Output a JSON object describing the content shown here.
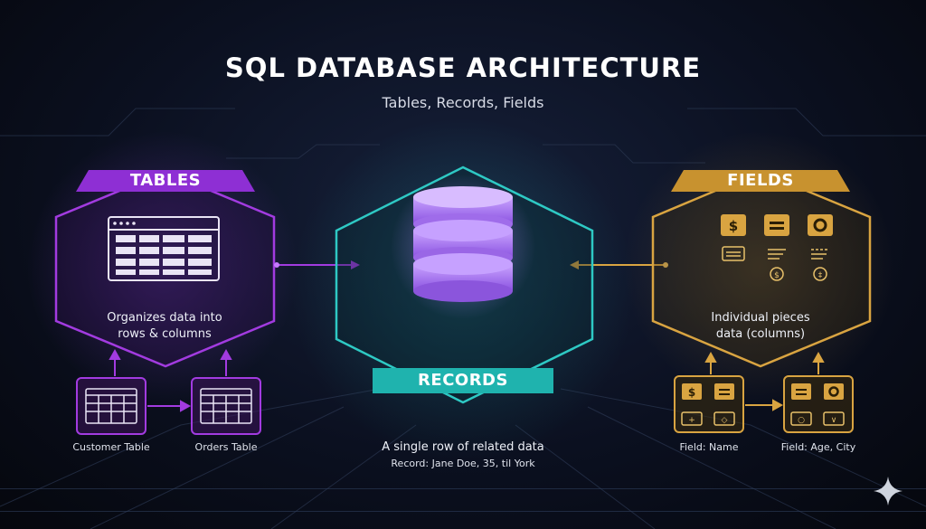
{
  "header": {
    "title": "SQL DATABASE ARCHITECTURE",
    "subtitle": "Tables, Records, Fields"
  },
  "tables": {
    "label": "TABLES",
    "description_line1": "Organizes data into",
    "description_line2": "rows & columns",
    "sub_items": [
      "Customer Table",
      "Orders Table"
    ],
    "accent": "#a23be0"
  },
  "records": {
    "label": "RECORDS",
    "description": "A single row of related data",
    "example": "Record: Jane Doe, 35, til York",
    "accent": "#2ec9c4"
  },
  "fields": {
    "label": "FIELDS",
    "description_line1": "Individual pieces",
    "description_line2": "data (columns)",
    "sub_items": [
      "Field: Name",
      "Field: Age, City"
    ],
    "accent": "#d9a441"
  },
  "icons": {
    "database": "database-icon",
    "table": "table-grid-icon",
    "dollar": "dollar-icon",
    "gear": "gear-icon",
    "sparkle": "sparkle-icon"
  }
}
